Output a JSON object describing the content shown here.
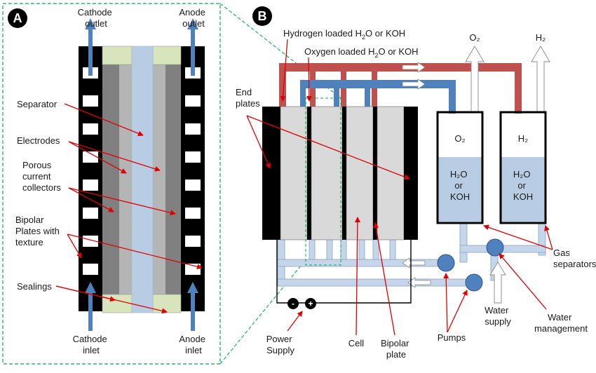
{
  "panel_a": {
    "badge": "A",
    "cathode_outlet": [
      "Cathode",
      "outlet"
    ],
    "anode_outlet": [
      "Anode",
      "outlet"
    ],
    "cathode_inlet": [
      "Cathode",
      "inlet"
    ],
    "anode_inlet": [
      "Anode",
      "inlet"
    ],
    "separator": "Separator",
    "electrodes": "Electrodes",
    "porous": [
      "Porous",
      "current",
      "collectors"
    ],
    "bipolar": [
      "Bipolar",
      "Plates with",
      "texture"
    ],
    "sealings": "Sealings"
  },
  "panel_b": {
    "badge": "B",
    "hydrogen_loaded": "Hydrogen loaded H₂O or KOH",
    "oxygen_loaded": "Oxygen loaded H₂O or KOH",
    "end_plates": [
      "End",
      "plates"
    ],
    "o2_out": "O₂",
    "h2_out": "H₂",
    "o2_tank": "O₂",
    "h2_tank": "H₂",
    "liquid": [
      "H₂O",
      "or",
      "KOH"
    ],
    "gas_separators": [
      "Gas",
      "separators"
    ],
    "water_supply": [
      "Water",
      "supply"
    ],
    "water_management": [
      "Water",
      "management"
    ],
    "pumps": "Pumps",
    "bipolar_plate": [
      "Bipolar",
      "plate"
    ],
    "cell": "Cell",
    "power_supply": [
      "Power",
      "Supply"
    ],
    "minus": "-",
    "plus": "+"
  },
  "colors": {
    "hydrogen_pipe": "#c0504d",
    "oxygen_pipe": "#4f81bd",
    "water_pipe": "#c5d5ea",
    "separator_fill": "#b8cce4",
    "seal_fill": "#d7e4bc",
    "electrode_fill": "#808080",
    "arrow_red": "#e00000",
    "frame_green": "#00b050"
  }
}
